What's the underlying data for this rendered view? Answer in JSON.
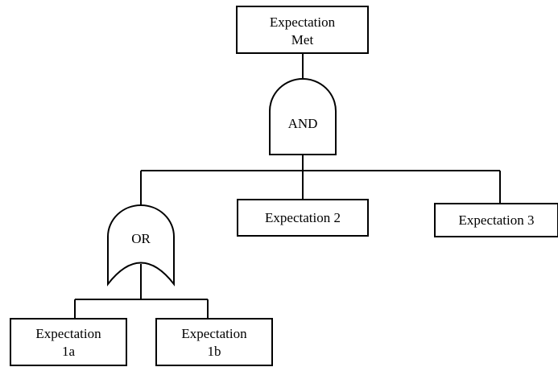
{
  "nodes": {
    "top": {
      "lines": [
        "Expectation",
        "Met"
      ]
    },
    "and_gate": {
      "label": "AND"
    },
    "or_gate": {
      "label": "OR"
    },
    "e2": {
      "lines": [
        "Expectation 2"
      ]
    },
    "e3": {
      "lines": [
        "Expectation 3"
      ]
    },
    "e1a": {
      "lines": [
        "Expectation",
        "1a"
      ]
    },
    "e1b": {
      "lines": [
        "Expectation",
        "1b"
      ]
    }
  }
}
